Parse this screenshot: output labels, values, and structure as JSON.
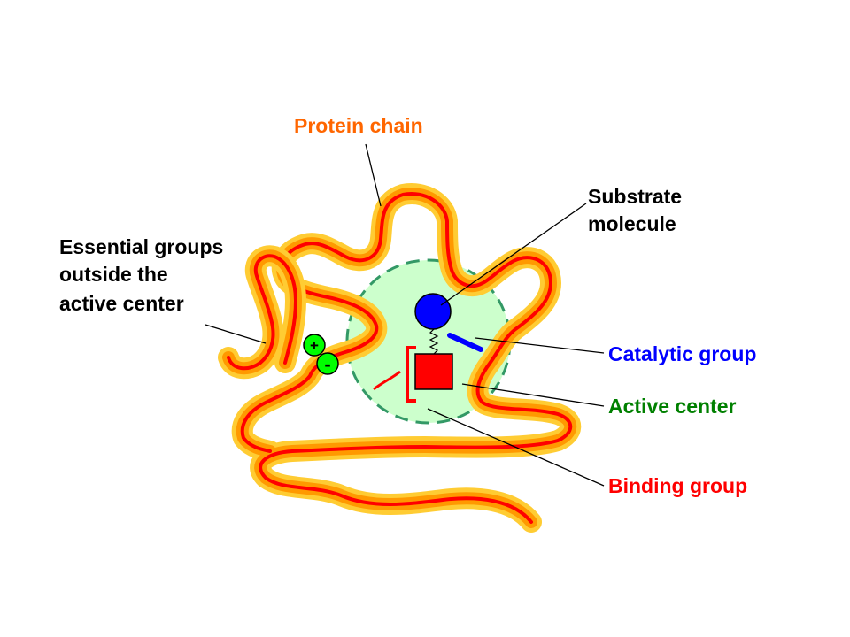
{
  "labels": {
    "protein_chain": "Protein chain",
    "substrate_line1": "Substrate",
    "substrate_line2": "molecule",
    "essential_line1": "Essential groups",
    "essential_line2": "outside the",
    "essential_line3": "active center",
    "catalytic_group": "Catalytic group",
    "active_center": "Active center",
    "binding_group": "Binding group"
  },
  "charges": {
    "plus": "+",
    "minus": "-"
  },
  "colors": {
    "protein_label": "#ff6600",
    "catalytic_label": "#0000ff",
    "active_center_label": "#008000",
    "binding_label": "#ff0000",
    "chain_outer": "#ffcc33",
    "chain_mid": "#ff9900",
    "chain_core": "#ff0000",
    "active_site_fill": "#ccffcc",
    "active_site_border": "#339966",
    "substrate": "#0000ff",
    "binding_square": "#ff0000",
    "charge_fill": "#00ff00"
  }
}
